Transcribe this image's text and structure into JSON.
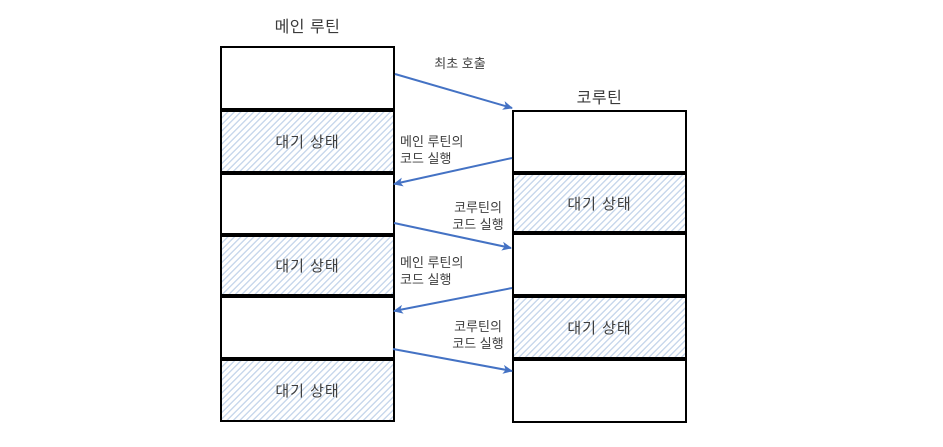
{
  "diagram": {
    "main_routine": {
      "title": "메인 루틴",
      "cells": [
        {
          "type": "active",
          "label": ""
        },
        {
          "type": "waiting",
          "label": "대기 상태"
        },
        {
          "type": "active",
          "label": ""
        },
        {
          "type": "waiting",
          "label": "대기 상태"
        },
        {
          "type": "active",
          "label": ""
        },
        {
          "type": "waiting",
          "label": "대기 상태"
        }
      ]
    },
    "coroutine": {
      "title": "코루틴",
      "cells": [
        {
          "type": "active",
          "label": ""
        },
        {
          "type": "waiting",
          "label": "대기 상태"
        },
        {
          "type": "active",
          "label": ""
        },
        {
          "type": "waiting",
          "label": "대기 상태"
        },
        {
          "type": "active",
          "label": ""
        }
      ]
    },
    "arrows": [
      {
        "label_lines": [
          "최초 호출"
        ]
      },
      {
        "label_lines": [
          "메인 루틴의",
          "코드 실행"
        ]
      },
      {
        "label_lines": [
          "코루틴의",
          "코드 실행"
        ]
      },
      {
        "label_lines": [
          "메인 루틴의",
          "코드 실행"
        ]
      },
      {
        "label_lines": [
          "코루틴의",
          "코드 실행"
        ]
      }
    ],
    "colors": {
      "arrow": "#4472C4",
      "hatch_line": "#c9d8ec",
      "cell_border": "#000000",
      "text": "#3f3f3f"
    }
  }
}
